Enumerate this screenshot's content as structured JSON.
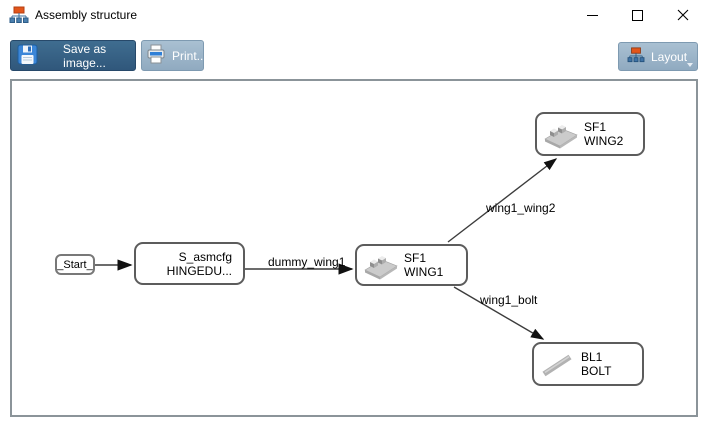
{
  "window": {
    "title": "Assembly structure",
    "icons": {
      "titlebar": "hierarchy-icon",
      "minimize": "minimize-icon",
      "maximize": "maximize-icon",
      "close": "close-icon"
    }
  },
  "toolbar": {
    "save_label": "Save as image...",
    "print_label": "Print...",
    "layout_label": "Layout",
    "icons": {
      "save": "floppy-disk-icon",
      "print": "printer-icon",
      "layout": "hierarchy-icon",
      "layout_caret": "chevron-down-icon"
    }
  },
  "diagram": {
    "nodes": [
      {
        "id": "start",
        "label": "_Start_"
      },
      {
        "id": "s_asmcfg",
        "line1": "S_asmcfg",
        "line2": "HINGEDU..."
      },
      {
        "id": "wing1",
        "line1": "SF1",
        "line2": "WING1",
        "icon": "hinge-part-icon"
      },
      {
        "id": "wing2",
        "line1": "SF1",
        "line2": "WING2",
        "icon": "hinge-part-icon"
      },
      {
        "id": "bolt",
        "line1": "BL1",
        "line2": "BOLT",
        "icon": "bolt-part-icon"
      }
    ],
    "edges": [
      {
        "from": "start",
        "to": "s_asmcfg",
        "label": ""
      },
      {
        "from": "s_asmcfg",
        "to": "wing1",
        "label": "dummy_wing1"
      },
      {
        "from": "wing1",
        "to": "wing2",
        "label": "wing1_wing2"
      },
      {
        "from": "wing1",
        "to": "bolt",
        "label": "wing1_bolt"
      }
    ]
  },
  "colors": {
    "button_dark": "#30577b",
    "button_light": "#90aac0",
    "icon_orange": "#e2561b",
    "icon_blue": "#4a7fae",
    "canvas_border": "#8b9499",
    "node_border": "#5c5c5c"
  }
}
